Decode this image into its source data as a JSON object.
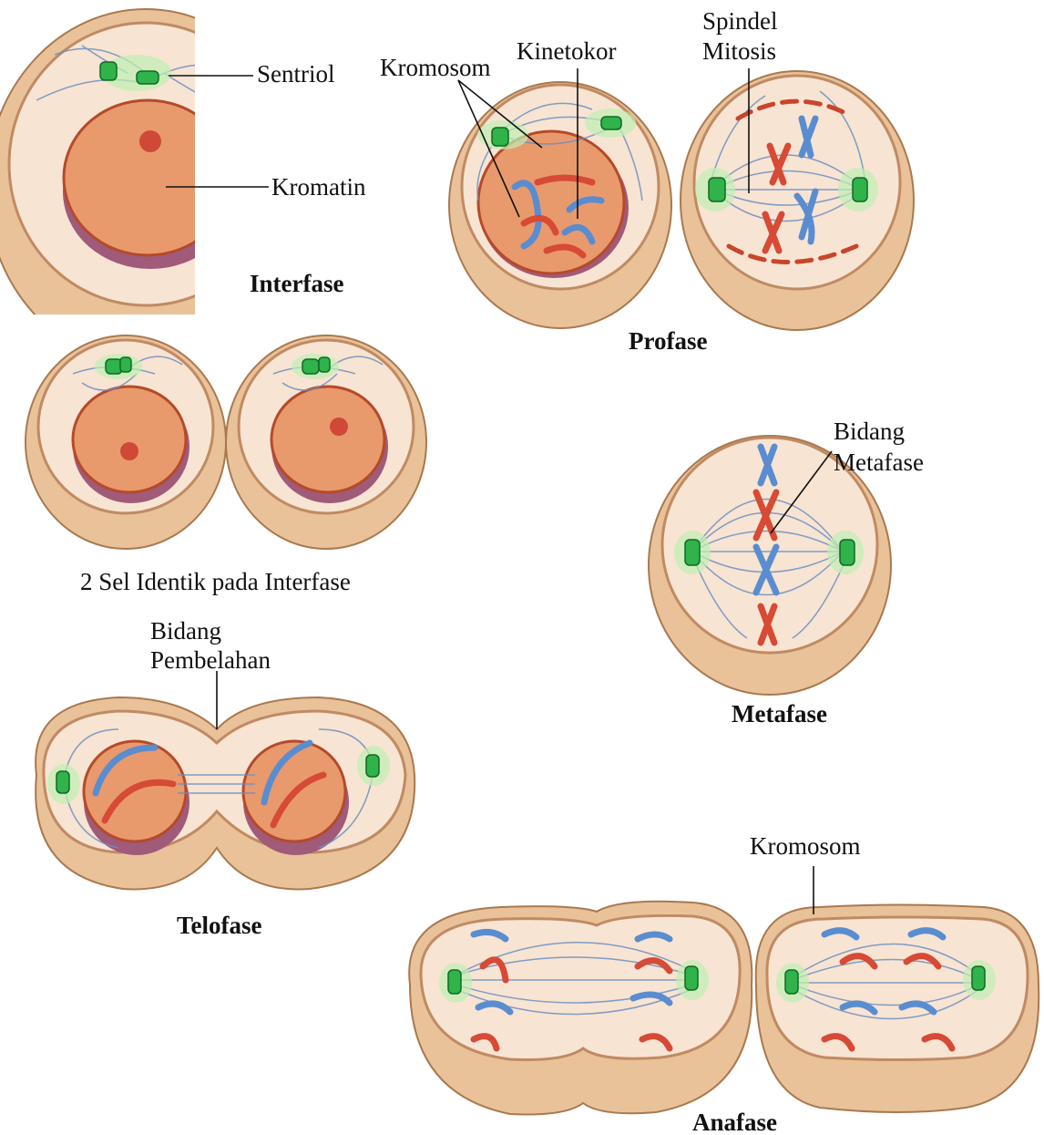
{
  "labels": {
    "sentriol": "Sentriol",
    "kromatin": "Kromatin",
    "interfase": "Interfase",
    "kromosom_profase": "Kromosom",
    "kinetokor": "Kinetokor",
    "spindel_line1": "Spindel",
    "spindel_line2": "Mitosis",
    "profase": "Profase",
    "two_cells": "2 Sel Identik pada Interfase",
    "bidang_pembelahan_line1": "Bidang",
    "bidang_pembelahan_line2": "Pembelahan",
    "telofase": "Telofase",
    "bidang_metafase_line1": "Bidang",
    "bidang_metafase_line2": "Metafase",
    "metafase": "Metafase",
    "kromosom_anafase": "Kromosom",
    "anafase": "Anafase"
  },
  "colors": {
    "cell_outer": "#e9c29a",
    "cell_inner": "#f8e4d2",
    "nucleus": "#e89a6d",
    "centriole": "#2fb34a",
    "chromosome_red": "#d64a36",
    "chromosome_blue": "#5a8cd0",
    "spindle": "#6a8fc2"
  }
}
